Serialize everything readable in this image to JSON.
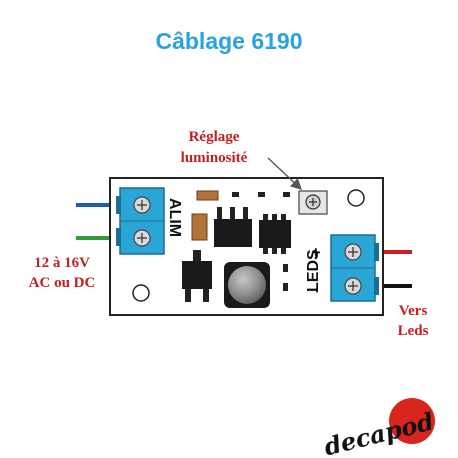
{
  "title": "Câblage 6190",
  "labels": {
    "adjust_line1": "Réglage",
    "adjust_line2": "luminosité",
    "input_voltage_line1": "12 à 16V",
    "input_voltage_line2": "AC ou DC",
    "output_line1": "Vers",
    "output_line2": "Leds",
    "alim": "ALIM",
    "leds": "LEDS",
    "plus": "+",
    "minus": "-"
  },
  "logo": {
    "text": "decapod"
  },
  "colors": {
    "title": "#2aa3dd",
    "label_red": "#c41e1e",
    "terminal_blue": "#2aa6d6",
    "wire_blue": "#1f5fb0",
    "wire_green": "#2e9e3a",
    "wire_red": "#cc1f1f",
    "wire_black": "#111111",
    "logo_red": "#d8261e"
  }
}
